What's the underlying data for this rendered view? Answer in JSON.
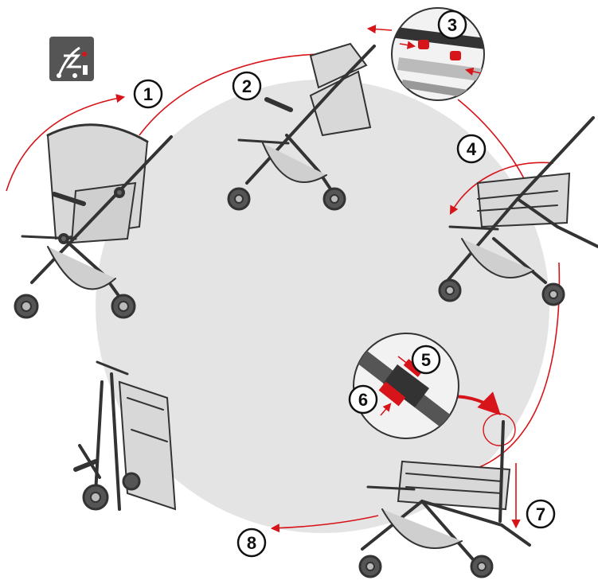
{
  "steps": [
    {
      "number": "1"
    },
    {
      "number": "2"
    },
    {
      "number": "3"
    },
    {
      "number": "4"
    },
    {
      "number": "5"
    },
    {
      "number": "6"
    },
    {
      "number": "7"
    },
    {
      "number": "8"
    }
  ],
  "icon": {
    "name": "stroller-fold-icon",
    "background": "#555555"
  },
  "colors": {
    "accent": "#d7141a",
    "circle_fill": "#e4e4e4",
    "frame": "#333333",
    "fabric": "#d8d8d8"
  }
}
